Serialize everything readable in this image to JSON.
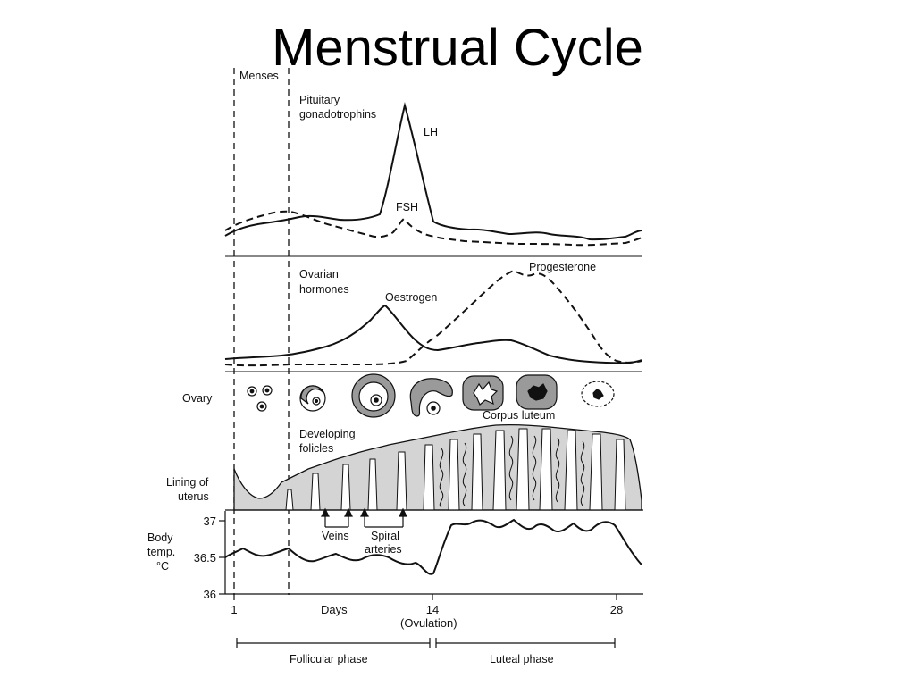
{
  "title": "Menstrual Cycle",
  "labels": {
    "menses": "Menses",
    "pituitary_line1": "Pituitary",
    "pituitary_line2": "gonadotrophins",
    "lh": "LH",
    "fsh": "FSH",
    "ovarian_line1": "Ovarian",
    "ovarian_line2": "hormones",
    "oestrogen": "Oestrogen",
    "progesterone": "Progesterone",
    "ovary": "Ovary",
    "corpus_luteum": "Corpus luteum",
    "developing_line1": "Developing",
    "developing_line2": "folicles",
    "lining_line1": "Lining of",
    "lining_line2": "uterus",
    "veins": "Veins",
    "spiral_line1": "Spiral",
    "spiral_line2": "arteries",
    "body_temp_line1": "Body",
    "body_temp_line2": "temp.",
    "body_temp_unit": "°C"
  },
  "temp_axis": {
    "ticks": [
      "37",
      "36.5",
      "36"
    ],
    "values": [
      37,
      36.5,
      36
    ]
  },
  "day_axis": {
    "title": "Days",
    "ticks": [
      "1",
      "14",
      "28"
    ],
    "ovulation": "(Ovulation)"
  },
  "phases": {
    "follicular": "Follicular phase",
    "luteal": "Luteal phase"
  },
  "colors": {
    "line": "#111111",
    "tissue_fill": "#d4d4d4",
    "ovary_fill": "#9a9a9a"
  }
}
